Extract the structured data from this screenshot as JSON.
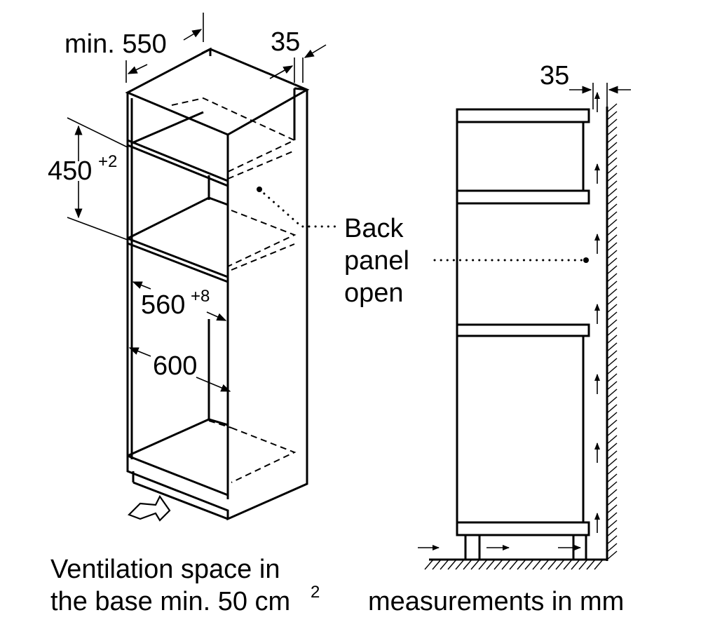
{
  "labels": {
    "min_depth_prefix": "min. 550",
    "top_gap": "35",
    "niche_height": "450",
    "niche_height_tol": "+2",
    "inner_width": "560",
    "inner_width_tol": "+8",
    "outer_width": "600",
    "back_panel_line1": "Back",
    "back_panel_line2": "panel",
    "back_panel_line3": "open",
    "side_gap": "35",
    "ventilation_line1": "Ventilation space in",
    "ventilation_line2": "the base min. 50 cm",
    "ventilation_unit_sup": "2",
    "measurements_note": "measurements in mm"
  },
  "icons": {
    "airflow_up": "arrow-up-icon",
    "airflow_right": "arrow-right-icon",
    "inlet_arrow": "hollow-arrow-icon"
  }
}
